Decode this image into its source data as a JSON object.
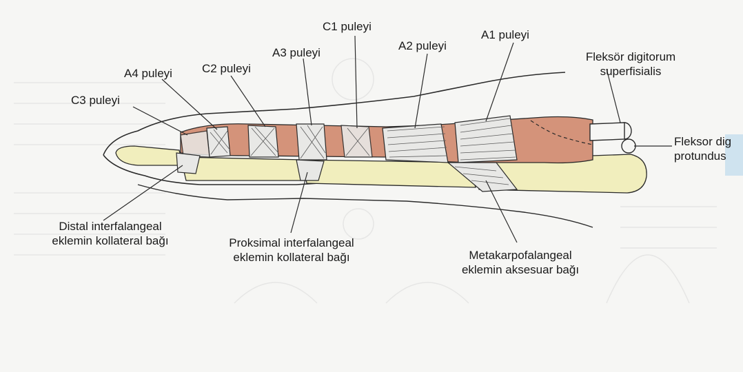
{
  "labels": {
    "c1": "C1 puleyi",
    "a1": "A1 puleyi",
    "a2": "A2 puleyi",
    "a3": "A3 puleyi",
    "c2": "C2 puleyi",
    "a4": "A4 puleyi",
    "c3": "C3 puleyi",
    "fds_line1": "Fleksör digitorum",
    "fds_line2": "superfisialis",
    "fdp_line1": "Fleksor dig",
    "fdp_line2": "protundus",
    "dip_line1": "Distal interfalangeal",
    "dip_line2": "eklemin kollateral bağı",
    "pip_line1": "Proksimal interfalangeal",
    "pip_line2": "eklemin kollateral bağı",
    "mcp_line1": "Metakarpofalangeal",
    "mcp_line2": "eklemin aksesuar bağı"
  },
  "colors": {
    "tendon": "#d4937a",
    "bone": "#f1eebd",
    "ligament": "#e8e8e6",
    "outline": "#2a2a2a",
    "background": "#f6f6f4"
  }
}
